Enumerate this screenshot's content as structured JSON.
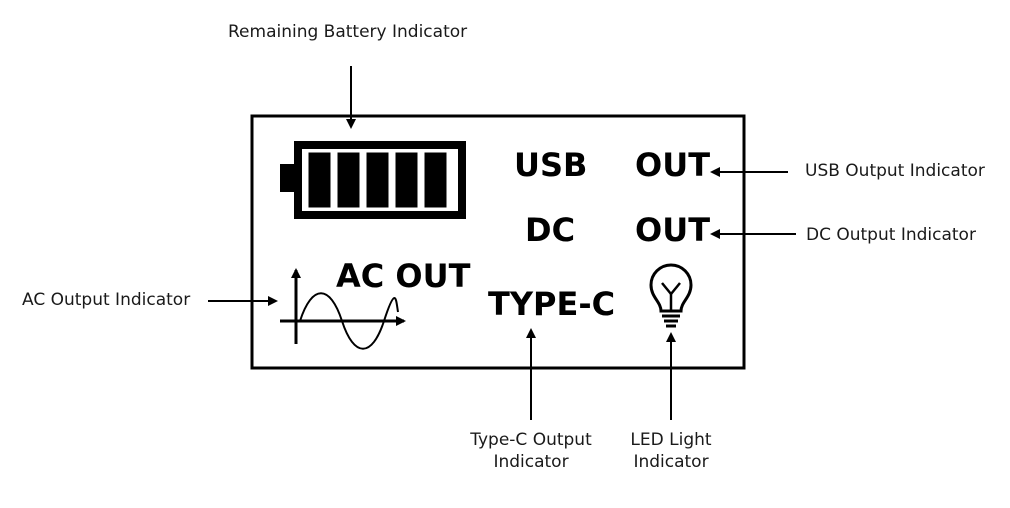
{
  "display": {
    "usb": "USB",
    "usb_out": "OUT",
    "dc": "DC",
    "dc_out": "OUT",
    "ac_out": "AC OUT",
    "type_c": "TYPE-C"
  },
  "callouts": {
    "battery": "Remaining Battery Indicator",
    "usb_output": "USB Output Indicator",
    "dc_output": "DC Output Indicator",
    "ac_output": "AC Output Indicator",
    "type_c_line1": "Type-C Output",
    "type_c_line2": "Indicator",
    "led_line1": "LED Light",
    "led_line2": "Indicator"
  },
  "battery": {
    "segments_lit": 5,
    "segments_total": 5
  },
  "icons": {
    "ac_wave": "sine-wave-axes-icon",
    "led": "light-bulb-icon",
    "battery": "battery-icon"
  },
  "colors": {
    "ink": "#000000",
    "background": "#ffffff"
  }
}
